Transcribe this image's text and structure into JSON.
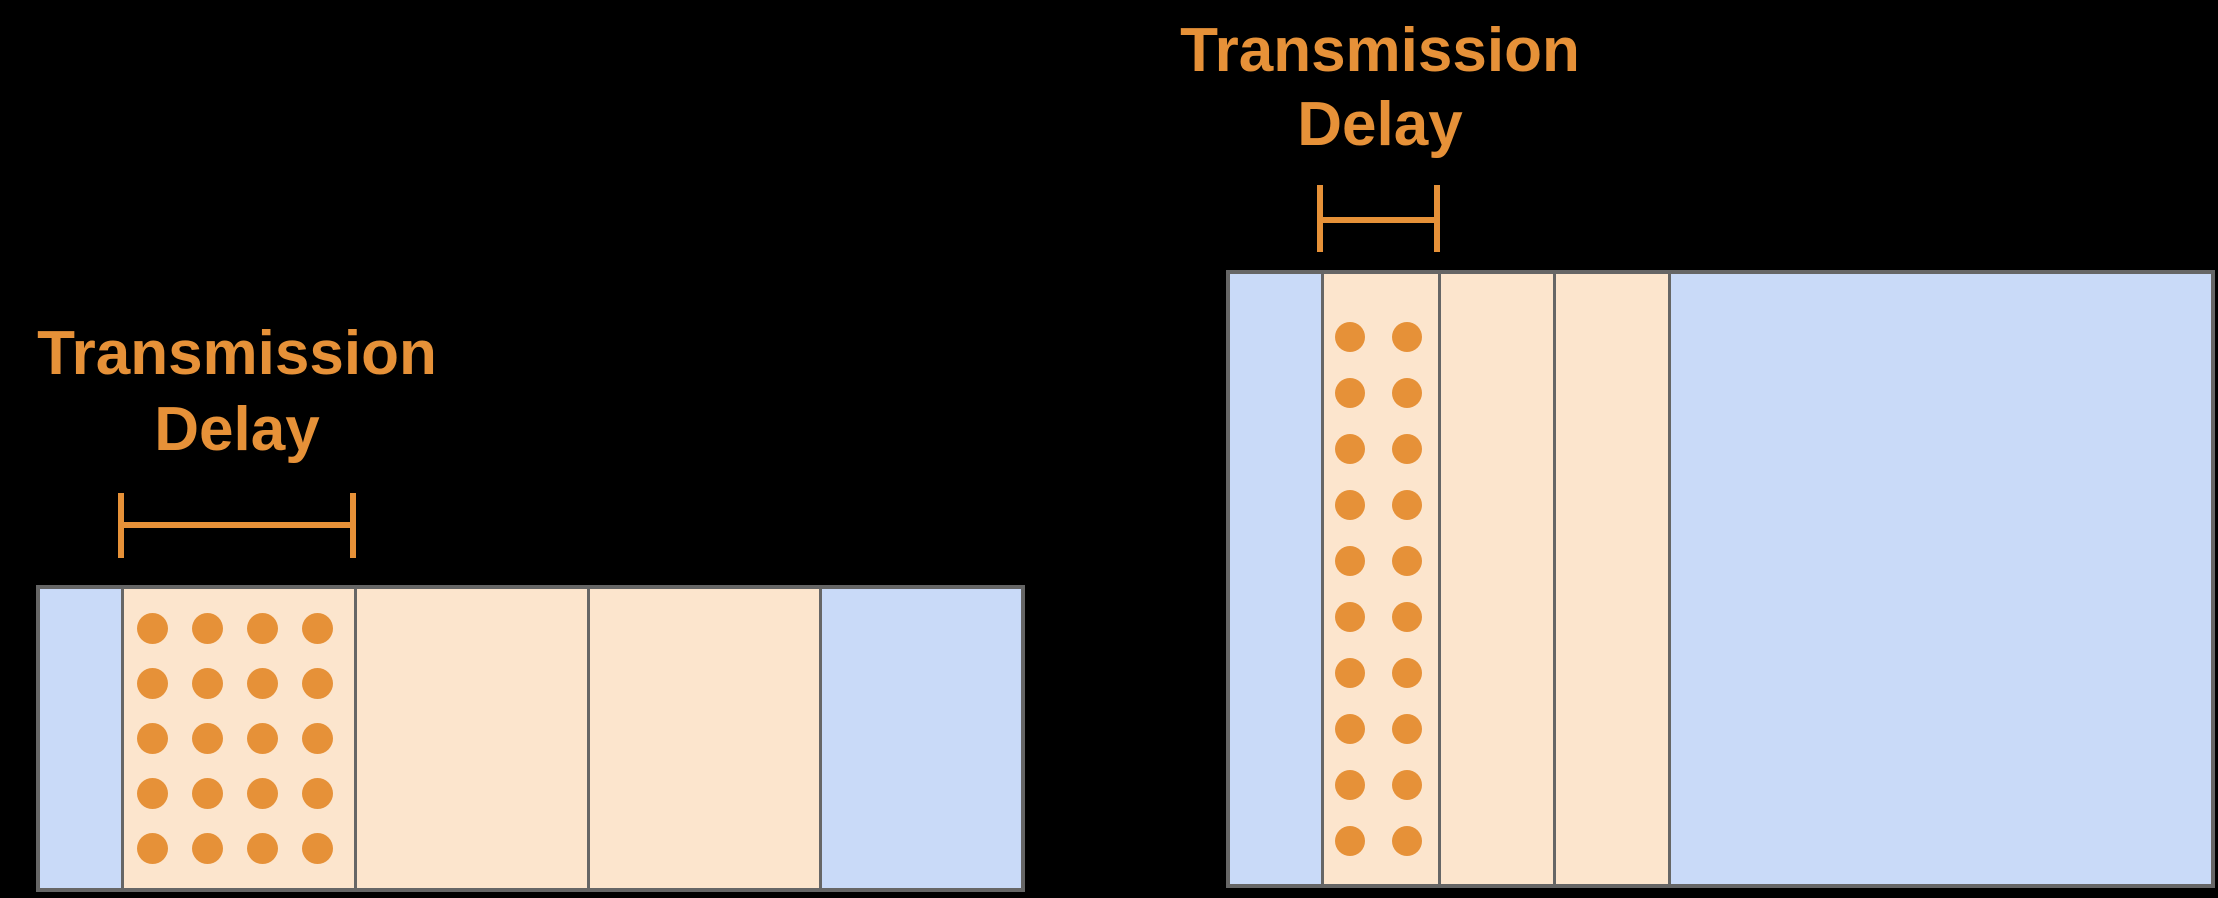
{
  "background": "#000000",
  "colors": {
    "orange": "#E69138",
    "packet_fill": "#FCE5CD",
    "link_fill": "#C9DAF8",
    "border": "#666666"
  },
  "left_diagram": {
    "label": {
      "line1": "Transmission",
      "line2": "Delay"
    },
    "packet_dots": {
      "columns": 4,
      "rows": 5
    }
  },
  "right_diagram": {
    "label": {
      "line1": "Transmission",
      "line2": "Delay"
    },
    "packet_dots": {
      "columns": 2,
      "rows": 10
    }
  }
}
